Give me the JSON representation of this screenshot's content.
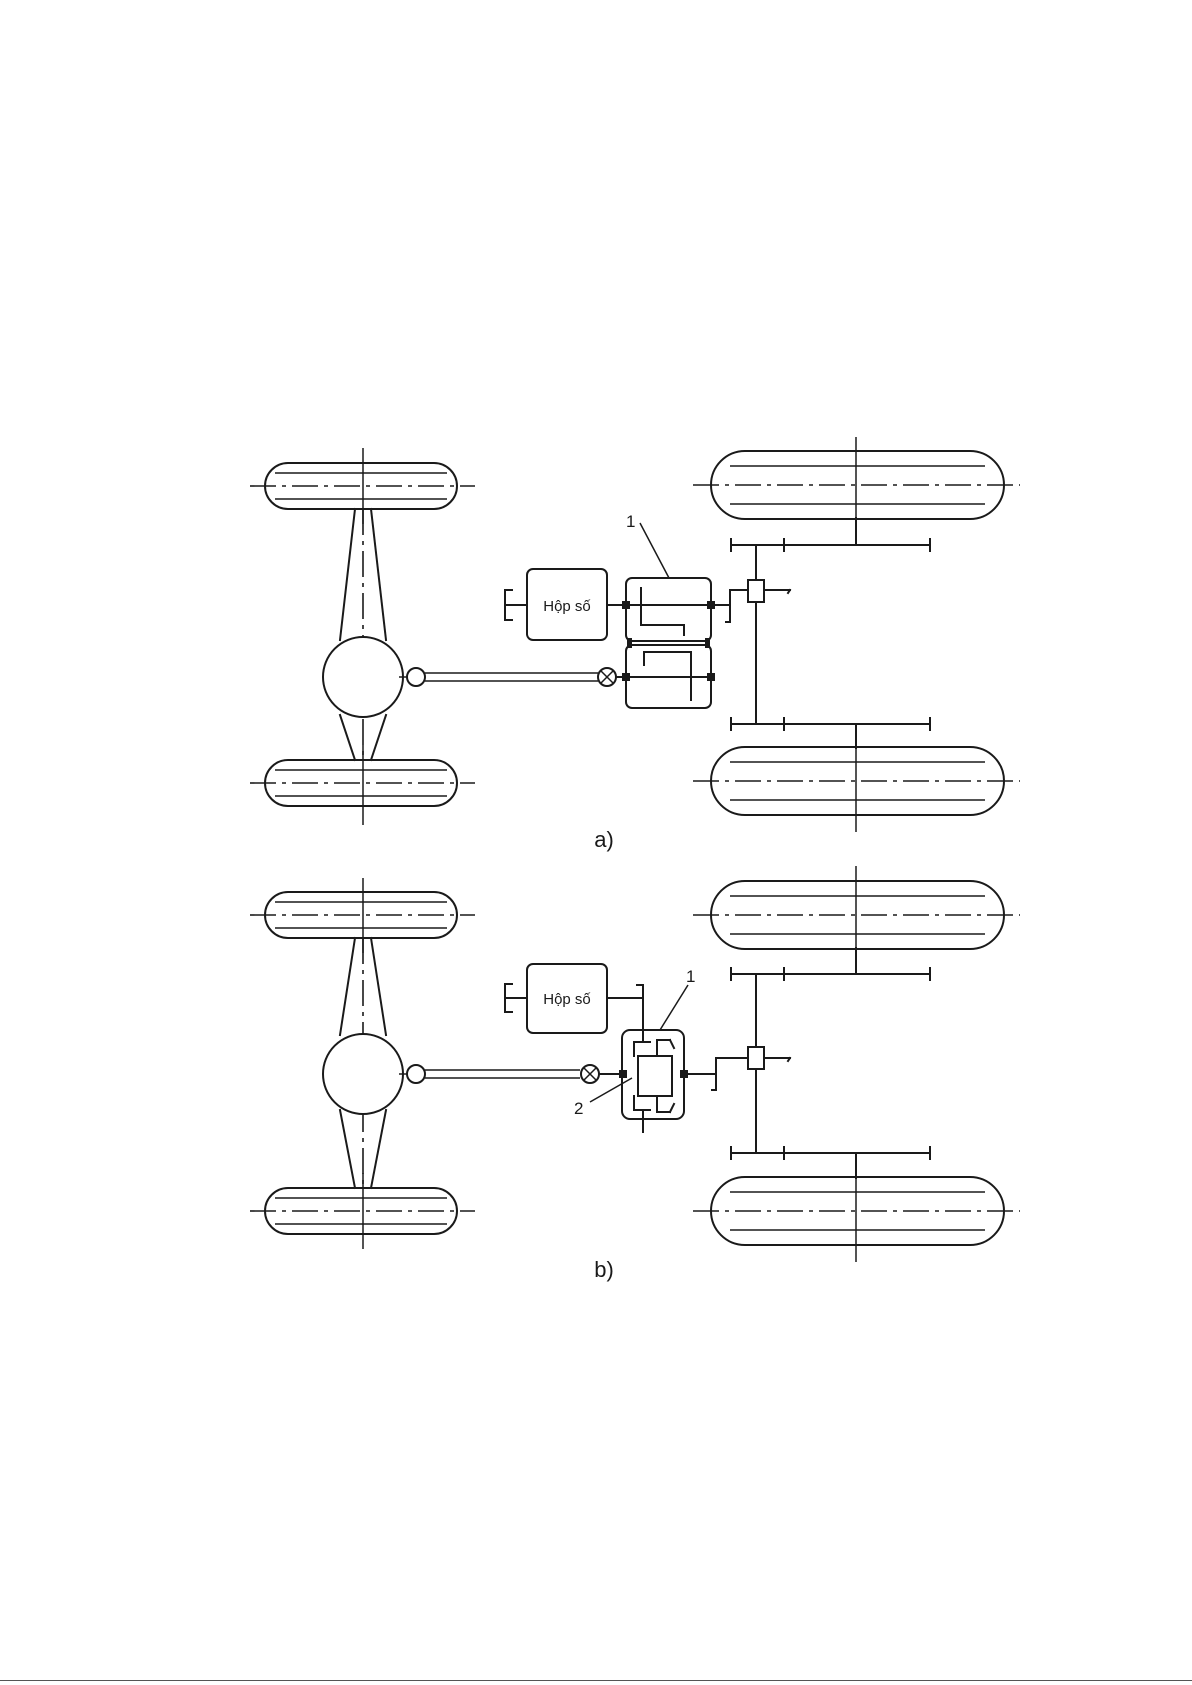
{
  "figure_a": {
    "gearbox_label": "Hộp số",
    "callout_1": "1",
    "caption": "a)"
  },
  "figure_b": {
    "gearbox_label": "Hộp số",
    "callout_1": "1",
    "callout_2": "2",
    "caption": "b)"
  }
}
